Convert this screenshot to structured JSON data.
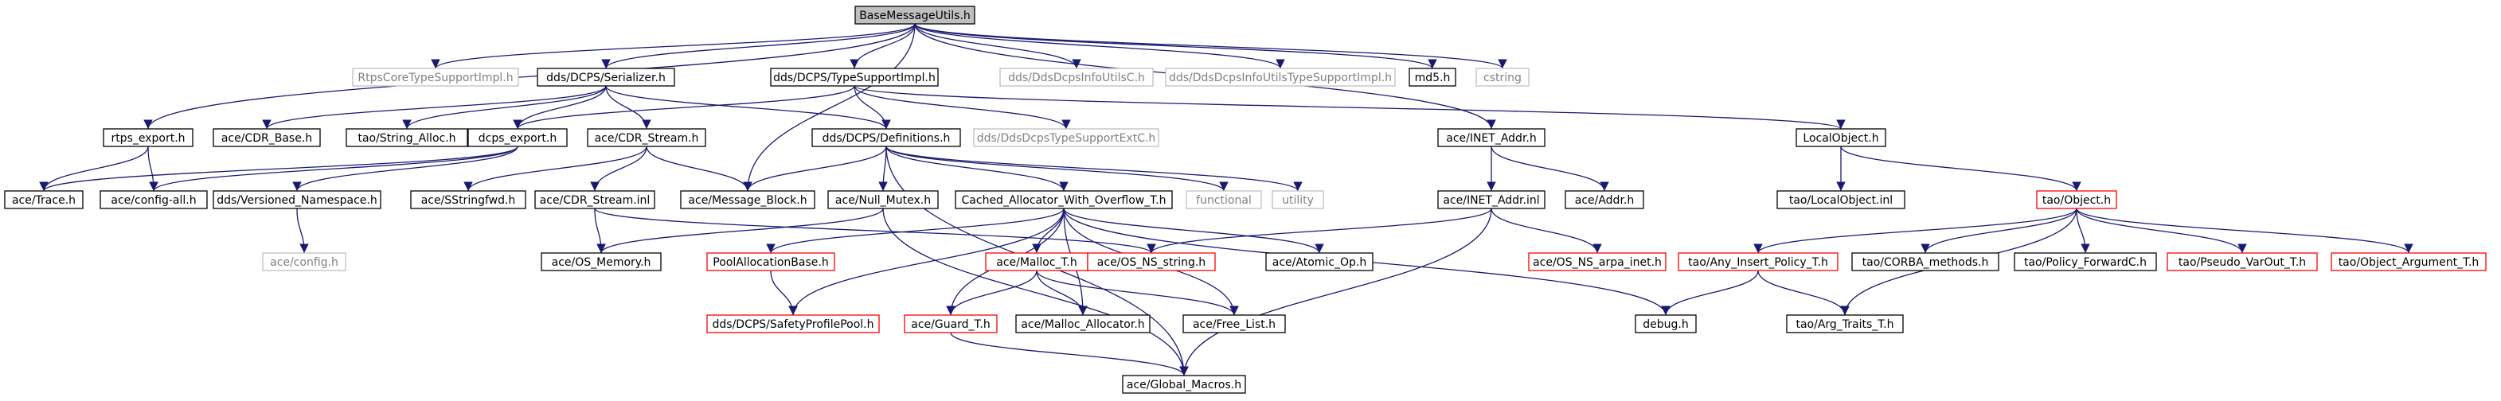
{
  "diagram": {
    "colors": {
      "edge": "#191970",
      "root_fill": "#bfbfbf",
      "normal_border": "#000000",
      "red_border": "#ff0000",
      "grey_border": "#bfbfbf",
      "grey_text": "#808080"
    },
    "nodes": [
      {
        "id": "base_message_utils",
        "label": "BaseMessageUtils.h",
        "style": "root"
      },
      {
        "id": "rtps_core",
        "label": "RtpsCoreTypeSupportImpl.h",
        "style": "grey"
      },
      {
        "id": "serializer",
        "label": "dds/DCPS/Serializer.h",
        "style": "normal"
      },
      {
        "id": "type_support_impl",
        "label": "dds/DCPS/TypeSupportImpl.h",
        "style": "normal"
      },
      {
        "id": "dds_info_c",
        "label": "dds/DdsDcpsInfoUtilsC.h",
        "style": "grey"
      },
      {
        "id": "dds_info_ts",
        "label": "dds/DdsDcpsInfoUtilsTypeSupportImpl.h",
        "style": "grey"
      },
      {
        "id": "md5",
        "label": "md5.h",
        "style": "normal"
      },
      {
        "id": "cstring",
        "label": "cstring",
        "style": "grey"
      },
      {
        "id": "rtps_export",
        "label": "rtps_export.h",
        "style": "normal"
      },
      {
        "id": "cdr_base",
        "label": "ace/CDR_Base.h",
        "style": "normal"
      },
      {
        "id": "string_alloc",
        "label": "tao/String_Alloc.h",
        "style": "normal"
      },
      {
        "id": "dcps_export",
        "label": "dcps_export.h",
        "style": "normal"
      },
      {
        "id": "cdr_stream",
        "label": "ace/CDR_Stream.h",
        "style": "normal"
      },
      {
        "id": "definitions",
        "label": "dds/DCPS/Definitions.h",
        "style": "normal"
      },
      {
        "id": "type_support_ext",
        "label": "dds/DdsDcpsTypeSupportExtC.h",
        "style": "grey"
      },
      {
        "id": "inet_addr_h",
        "label": "ace/INET_Addr.h",
        "style": "normal"
      },
      {
        "id": "local_object_h",
        "label": "LocalObject.h",
        "style": "normal"
      },
      {
        "id": "trace",
        "label": "ace/Trace.h",
        "style": "normal"
      },
      {
        "id": "config_all",
        "label": "ace/config-all.h",
        "style": "normal"
      },
      {
        "id": "versioned_ns",
        "label": "dds/Versioned_Namespace.h",
        "style": "normal"
      },
      {
        "id": "sstringfwd",
        "label": "ace/SStringfwd.h",
        "style": "normal"
      },
      {
        "id": "cdr_stream_inl",
        "label": "ace/CDR_Stream.inl",
        "style": "normal"
      },
      {
        "id": "message_block",
        "label": "ace/Message_Block.h",
        "style": "normal"
      },
      {
        "id": "null_mutex",
        "label": "ace/Null_Mutex.h",
        "style": "normal"
      },
      {
        "id": "cached_alloc",
        "label": "Cached_Allocator_With_Overflow_T.h",
        "style": "normal"
      },
      {
        "id": "functional",
        "label": "functional",
        "style": "grey"
      },
      {
        "id": "utility",
        "label": "utility",
        "style": "grey"
      },
      {
        "id": "inet_addr_inl",
        "label": "ace/INET_Addr.inl",
        "style": "normal"
      },
      {
        "id": "addr",
        "label": "ace/Addr.h",
        "style": "normal"
      },
      {
        "id": "local_object_inl",
        "label": "tao/LocalObject.inl",
        "style": "normal"
      },
      {
        "id": "tao_object",
        "label": "tao/Object.h",
        "style": "red"
      },
      {
        "id": "config_h",
        "label": "ace/config.h",
        "style": "grey"
      },
      {
        "id": "os_memory",
        "label": "ace/OS_Memory.h",
        "style": "normal"
      },
      {
        "id": "pool_alloc_base",
        "label": "PoolAllocationBase.h",
        "style": "red"
      },
      {
        "id": "malloc_t",
        "label": "ace/Malloc_T.h",
        "style": "red"
      },
      {
        "id": "os_ns_string",
        "label": "ace/OS_NS_string.h",
        "style": "red"
      },
      {
        "id": "atomic_op",
        "label": "ace/Atomic_Op.h",
        "style": "normal"
      },
      {
        "id": "os_ns_arpa_inet",
        "label": "ace/OS_NS_arpa_inet.h",
        "style": "red"
      },
      {
        "id": "any_insert_policy",
        "label": "tao/Any_Insert_Policy_T.h",
        "style": "red"
      },
      {
        "id": "corba_methods",
        "label": "tao/CORBA_methods.h",
        "style": "normal"
      },
      {
        "id": "policy_forward",
        "label": "tao/Policy_ForwardC.h",
        "style": "normal"
      },
      {
        "id": "pseudo_varout",
        "label": "tao/Pseudo_VarOut_T.h",
        "style": "red"
      },
      {
        "id": "object_argument",
        "label": "tao/Object_Argument_T.h",
        "style": "red"
      },
      {
        "id": "safety_profile_pool",
        "label": "dds/DCPS/SafetyProfilePool.h",
        "style": "red"
      },
      {
        "id": "guard_t",
        "label": "ace/Guard_T.h",
        "style": "red"
      },
      {
        "id": "malloc_allocator",
        "label": "ace/Malloc_Allocator.h",
        "style": "normal"
      },
      {
        "id": "free_list",
        "label": "ace/Free_List.h",
        "style": "normal"
      },
      {
        "id": "debug_h",
        "label": "debug.h",
        "style": "normal"
      },
      {
        "id": "arg_traits",
        "label": "tao/Arg_Traits_T.h",
        "style": "normal"
      },
      {
        "id": "global_macros",
        "label": "ace/Global_Macros.h",
        "style": "normal"
      }
    ],
    "edges": [
      [
        "base_message_utils",
        "rtps_core"
      ],
      [
        "base_message_utils",
        "serializer"
      ],
      [
        "base_message_utils",
        "type_support_impl"
      ],
      [
        "base_message_utils",
        "dds_info_c"
      ],
      [
        "base_message_utils",
        "dds_info_ts"
      ],
      [
        "base_message_utils",
        "md5"
      ],
      [
        "base_message_utils",
        "cstring"
      ],
      [
        "base_message_utils",
        "rtps_export"
      ],
      [
        "base_message_utils",
        "message_block"
      ],
      [
        "base_message_utils",
        "inet_addr_h"
      ],
      [
        "serializer",
        "cdr_base"
      ],
      [
        "serializer",
        "string_alloc"
      ],
      [
        "serializer",
        "dcps_export"
      ],
      [
        "serializer",
        "cdr_stream"
      ],
      [
        "serializer",
        "definitions"
      ],
      [
        "type_support_impl",
        "dcps_export"
      ],
      [
        "type_support_impl",
        "definitions"
      ],
      [
        "type_support_impl",
        "type_support_ext"
      ],
      [
        "type_support_impl",
        "local_object_h"
      ],
      [
        "rtps_export",
        "trace"
      ],
      [
        "rtps_export",
        "config_all"
      ],
      [
        "dcps_export",
        "trace"
      ],
      [
        "dcps_export",
        "config_all"
      ],
      [
        "dcps_export",
        "versioned_ns"
      ],
      [
        "cdr_stream",
        "sstringfwd"
      ],
      [
        "cdr_stream",
        "cdr_stream_inl"
      ],
      [
        "cdr_stream",
        "message_block"
      ],
      [
        "definitions",
        "message_block"
      ],
      [
        "definitions",
        "null_mutex"
      ],
      [
        "definitions",
        "cached_alloc"
      ],
      [
        "definitions",
        "functional"
      ],
      [
        "definitions",
        "utility"
      ],
      [
        "definitions",
        "global_macros"
      ],
      [
        "versioned_ns",
        "config_h"
      ],
      [
        "cdr_stream_inl",
        "os_memory"
      ],
      [
        "cdr_stream_inl",
        "os_ns_string"
      ],
      [
        "null_mutex",
        "os_memory"
      ],
      [
        "null_mutex",
        "global_macros"
      ],
      [
        "cached_alloc",
        "pool_alloc_base"
      ],
      [
        "cached_alloc",
        "safety_profile_pool"
      ],
      [
        "cached_alloc",
        "malloc_t"
      ],
      [
        "cached_alloc",
        "guard_t"
      ],
      [
        "cached_alloc",
        "malloc_allocator"
      ],
      [
        "cached_alloc",
        "free_list"
      ],
      [
        "cached_alloc",
        "atomic_op"
      ],
      [
        "cached_alloc",
        "debug_h"
      ],
      [
        "pool_alloc_base",
        "safety_profile_pool"
      ],
      [
        "malloc_t",
        "guard_t"
      ],
      [
        "malloc_t",
        "malloc_allocator"
      ],
      [
        "malloc_t",
        "free_list"
      ],
      [
        "guard_t",
        "global_macros"
      ],
      [
        "inet_addr_h",
        "inet_addr_inl"
      ],
      [
        "inet_addr_h",
        "addr"
      ],
      [
        "inet_addr_inl",
        "os_ns_string"
      ],
      [
        "inet_addr_inl",
        "os_ns_arpa_inet"
      ],
      [
        "inet_addr_inl",
        "global_macros"
      ],
      [
        "local_object_h",
        "local_object_inl"
      ],
      [
        "local_object_h",
        "tao_object"
      ],
      [
        "tao_object",
        "any_insert_policy"
      ],
      [
        "tao_object",
        "corba_methods"
      ],
      [
        "tao_object",
        "policy_forward"
      ],
      [
        "tao_object",
        "pseudo_varout"
      ],
      [
        "tao_object",
        "object_argument"
      ],
      [
        "tao_object",
        "arg_traits"
      ],
      [
        "any_insert_policy",
        "debug_h"
      ],
      [
        "any_insert_policy",
        "arg_traits"
      ]
    ]
  }
}
